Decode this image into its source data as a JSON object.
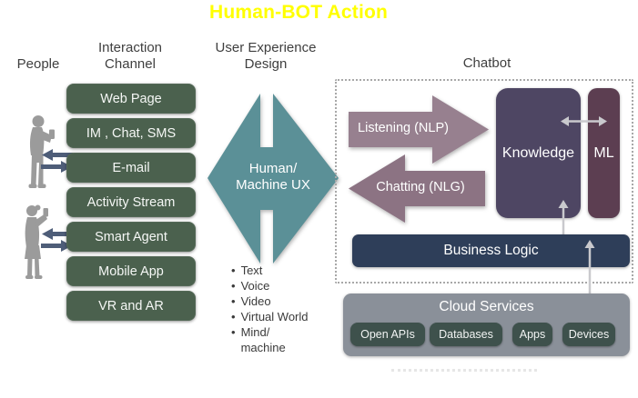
{
  "title": "Human-BOT Action",
  "headers": {
    "people": "People",
    "interaction_channel": "Interaction\nChannel",
    "ux_design": "User Experience\nDesign",
    "chatbot": "Chatbot"
  },
  "channels": [
    "Web Page",
    "IM , Chat, SMS",
    "E-mail",
    "Activity Stream",
    "Smart Agent",
    "Mobile App",
    "VR and AR"
  ],
  "ux": {
    "shape_label": "Human/\nMachine UX",
    "modalities": [
      "Text",
      "Voice",
      "Video",
      "Virtual World",
      "Mind/\nmachine"
    ]
  },
  "chatbot": {
    "listening_label": "Listening (NLP)",
    "chatting_label": "Chatting (NLG)",
    "knowledge_label": "Knowledge",
    "ml_label": "ML",
    "business_logic_label": "Business Logic"
  },
  "cloud": {
    "title": "Cloud Services",
    "services": [
      "Open APIs",
      "Databases",
      "Apps",
      "Devices"
    ]
  },
  "icons": {
    "person_1": "person-standing-with-phone",
    "person_2": "person-standing-with-phone",
    "exchange_1": "left-right-exchange-arrows",
    "exchange_2": "left-right-exchange-arrows",
    "ux_shape": "four-point-double-arrow-shape",
    "listening_arrow": "right-arrow",
    "chatting_arrow": "left-arrow",
    "knowledge_ml_connector": "horizontal-double-arrow",
    "knowledge_businesslogic_connector": "vertical-double-arrow",
    "businesslogic_cloud_connector": "vertical-double-arrow"
  },
  "colors": {
    "title": "#ffff00",
    "channel_button": "#4b614e",
    "ux_shape": "#5b9097",
    "listening_arrow": "#97808f",
    "chatting_arrow": "#8c7383",
    "knowledge_box": "#4e4663",
    "ml_box": "#5c3e51",
    "business_logic_bar": "#2e3e59",
    "cloud_box": "#8a9099",
    "cloud_button": "#3e514c",
    "connector_arrow": "#c9c9cd",
    "people_exchange_arrow": "#4e5d78",
    "silhouette": "#9b9b9b",
    "dashed_frame": "#a8a8a8"
  }
}
